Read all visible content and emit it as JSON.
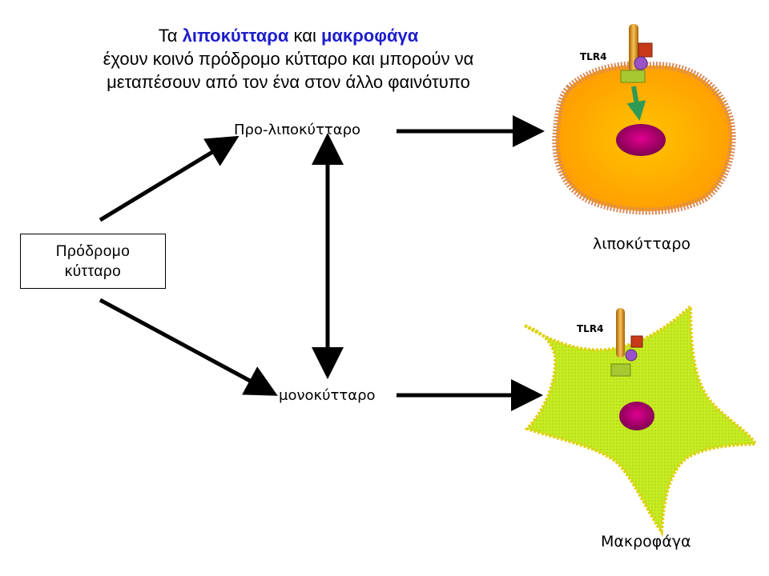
{
  "title": {
    "line1_pre": "Τα ",
    "line1_hl1": "λιποκύτταρα",
    "line1_mid": " και ",
    "line1_hl2": "μακροφάγα",
    "line2": "έχουν κοινό πρόδρομο κύτταρο και μπορούν να",
    "line3": "μεταπέσουν από τον ένα στον άλλο φαινότυπο"
  },
  "nodes": {
    "precursor_line1": "Πρόδρομο",
    "precursor_line2": "κύτταρο",
    "pre_adipocyte": "Προ-λιποκύτταρο",
    "monocyte": "μονοκύτταρο"
  },
  "cells": {
    "adipocyte_label": "λιποκύτταρο",
    "macrophage_label": "Μακροφάγα",
    "receptor_label": "TLR4"
  },
  "colors": {
    "highlight": "#1d1dcc",
    "adipocyte_fill": "#ffb000",
    "adipocyte_membrane": "#d98a5c",
    "macrophage_fill": "#c2e81c",
    "nucleus": "#b0006e",
    "signal_arrow": "#2e9a55"
  }
}
